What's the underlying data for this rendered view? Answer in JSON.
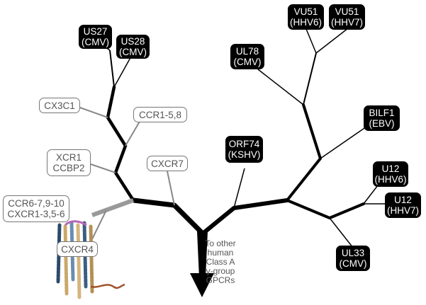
{
  "nodes": {
    "us27": {
      "line1": "US27",
      "line2": "(CMV)"
    },
    "us28": {
      "line1": "US28",
      "line2": "(CMV)"
    },
    "vu51_hhv6": {
      "line1": "VU51",
      "line2": "(HHV6)"
    },
    "vu51_hhv7": {
      "line1": "VU51",
      "line2": "(HHV7)"
    },
    "ul78": {
      "line1": "UL78",
      "line2": "(CMV)"
    },
    "cx3c1": {
      "line1": "CX3C1"
    },
    "ccr158": {
      "line1": "CCR1-5,8"
    },
    "bilf1": {
      "line1": "BILF1",
      "line2": "(EBV)"
    },
    "xcr1": {
      "line1": "XCR1",
      "line2": "CCBP2"
    },
    "cxcr7": {
      "line1": "CXCR7"
    },
    "orf74": {
      "line1": "ORF74",
      "line2": "(KSHV)"
    },
    "u12_hhv6": {
      "line1": "U12",
      "line2": "(HHV6)"
    },
    "u12_hhv7": {
      "line1": "U12",
      "line2": "(HHV7)"
    },
    "ccr_cxcr": {
      "line1": "CCR6-7,9-10",
      "line2": "CXCR1-3,5-6"
    },
    "cxcr4": {
      "line1": "CXCR4"
    },
    "ul33": {
      "line1": "UL33",
      "line2": "(CMV)"
    }
  },
  "note": {
    "line1": "To other",
    "line2": "human",
    "line3": "Class A",
    "line4": "γ-group",
    "line5": "GPCRs"
  },
  "colors": {
    "dark_box": "#000000",
    "light_box_border": "#777777",
    "light_text": "#555555",
    "branch_black": "#000000",
    "branch_gray": "#888888"
  }
}
